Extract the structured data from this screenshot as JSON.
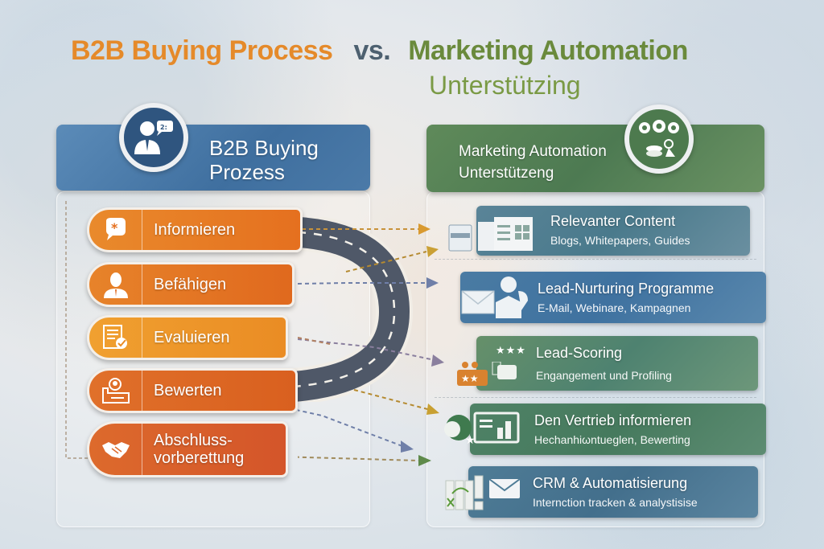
{
  "title": {
    "left": "B2B Buying Process",
    "vs": "vs.",
    "right": "Marketing Automation",
    "subtitle": "Unterstützing"
  },
  "colors": {
    "orange_title": "#e58a2a",
    "green_title": "#6a8a3c",
    "blue_header": "#4b7aa8",
    "green_header": "#5a8558",
    "road": "#4f5868"
  },
  "left_panel": {
    "header": {
      "line1": "B2B Buying",
      "line2": "Prozess",
      "icon": "business-person-chat-icon"
    },
    "steps": [
      {
        "label": "Informieren",
        "icon": "speech-bubble-star-icon",
        "color": "#e57a23"
      },
      {
        "label": "Befähigen",
        "icon": "person-icon",
        "color": "#e3731f"
      },
      {
        "label": "Evaluieren",
        "icon": "document-check-icon",
        "color": "#ec9224"
      },
      {
        "label": "Bewerten",
        "icon": "profile-card-icon",
        "color": "#dd6a22"
      },
      {
        "label_line1": "Abschluss-",
        "label_line2": "vorberettung",
        "icon": "handshake-icon",
        "color": "#d9622a"
      }
    ]
  },
  "right_panel": {
    "header": {
      "line1": "Marketing Automation",
      "line2": "Unterstützeng",
      "icon": "gears-icon"
    },
    "cards": [
      {
        "title": "Relevanter Content",
        "subtitle": "Blogs, Whitepapers, Guides",
        "icon": "content-pages-icon",
        "color": "#4f7d90"
      },
      {
        "title": "Lead-Nurturing Programme",
        "subtitle": "E-Mail, Webinare, Kampagnen",
        "icon": "email-chat-icon",
        "color": "#4a7ba3"
      },
      {
        "title": "Lead-Scoring",
        "subtitle": "Engangement und Profiling",
        "icon": "star-rating-icon",
        "color": "#5b8a6a",
        "stars": "★★★"
      },
      {
        "title": "Den Vertrieb informieren",
        "subtitle": "Hechanhiωntueglen, Bewerting",
        "icon": "sales-dashboard-icon",
        "color": "#4d7d63"
      },
      {
        "title": "CRM & Automatisierung",
        "subtitle": "Internction tracken & analystisise",
        "icon": "crm-envelope-icon",
        "color": "#4b7692"
      }
    ]
  }
}
